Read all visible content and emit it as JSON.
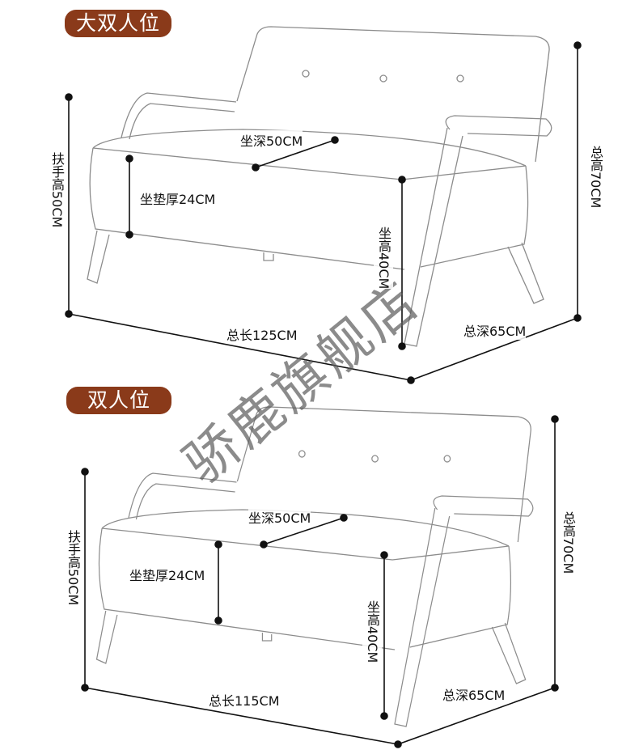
{
  "sections": [
    {
      "title": "大双人位",
      "armrest_height": "扶手高50CM",
      "cushion_thickness": "坐垫厚24CM",
      "seat_depth": "坐深50CM",
      "seat_height": "坐高40CM",
      "total_height": "总高70CM",
      "total_length": "总长125CM",
      "total_depth": "总深65CM"
    },
    {
      "title": "双人位",
      "armrest_height": "扶手高50CM",
      "cushion_thickness": "坐垫厚24CM",
      "seat_depth": "坐深50CM",
      "seat_height": "坐高40CM",
      "total_height": "总高70CM",
      "total_length": "总长115CM",
      "total_depth": "总深65CM"
    }
  ],
  "watermark": "骄鹿旗舰店",
  "colors": {
    "badge": "#8a3a1a",
    "outline": "#8c8c8c",
    "dimension": "#111111"
  }
}
